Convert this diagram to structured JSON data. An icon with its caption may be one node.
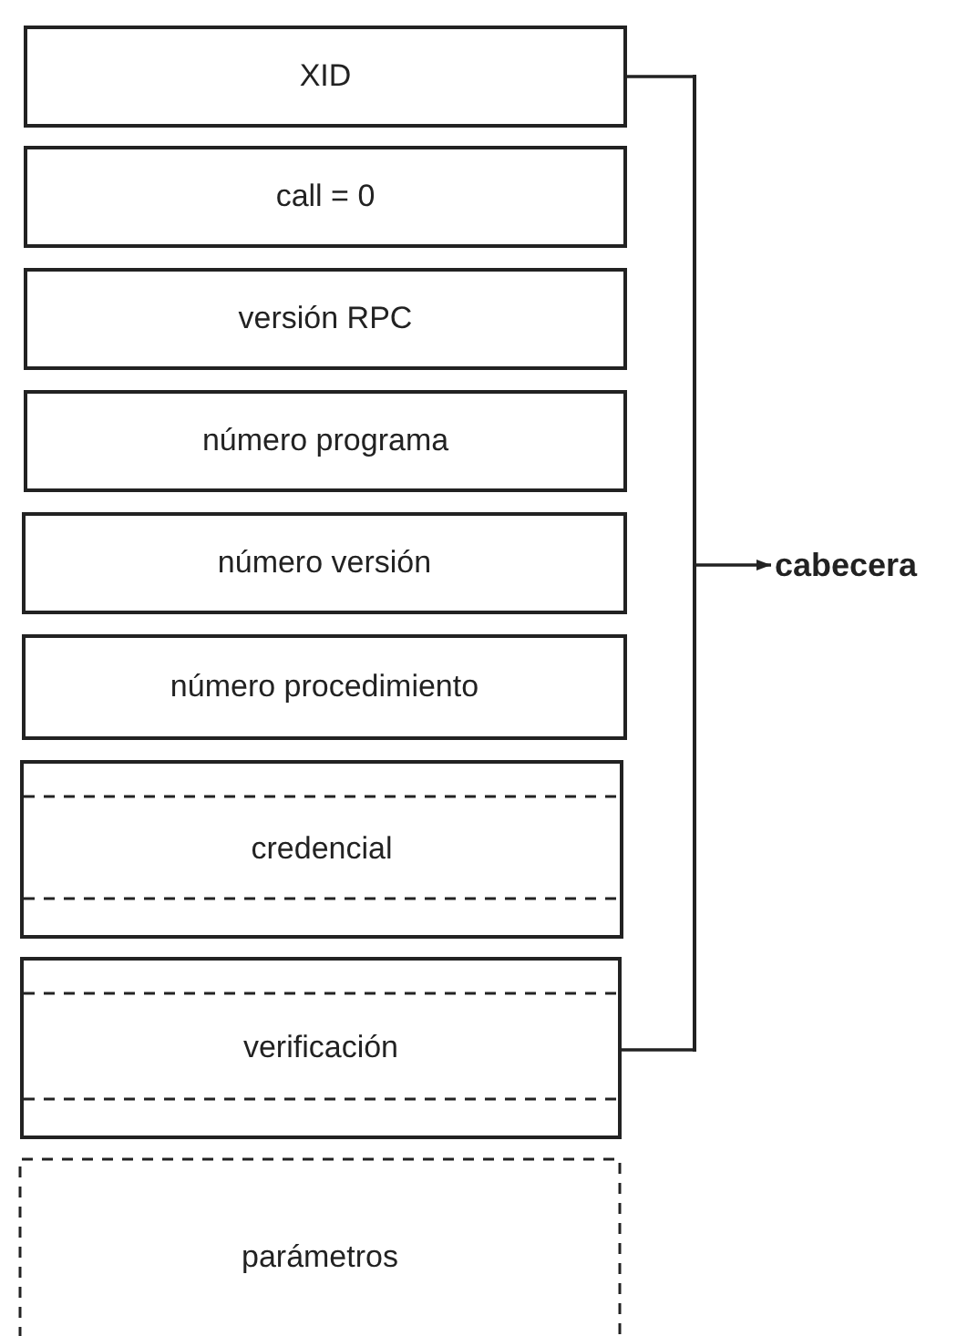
{
  "diagram": {
    "nodes": [
      {
        "text": [
          "XID"
        ]
      },
      {
        "text": [
          "call = 0"
        ]
      },
      {
        "text": [
          "versión RPC"
        ]
      },
      {
        "text": [
          "número programa"
        ]
      },
      {
        "text": [
          "número versión"
        ]
      },
      {
        "text": [
          "número procedimiento"
        ]
      },
      {
        "text": [
          "credencial"
        ]
      },
      {
        "text": [
          "verificación"
        ]
      },
      {
        "text": [
          "parámetros"
        ]
      },
      {
        "text": [
          "cabecera"
        ]
      },
      {
        "text": [],
        "shape": "bar"
      }
    ],
    "edges": [
      {
        "from": 0,
        "to": 10,
        "arrow": "none"
      },
      {
        "from": 7,
        "to": 10,
        "arrow": "none"
      },
      {
        "from": 10,
        "to": 9,
        "arrow": "to"
      }
    ]
  }
}
